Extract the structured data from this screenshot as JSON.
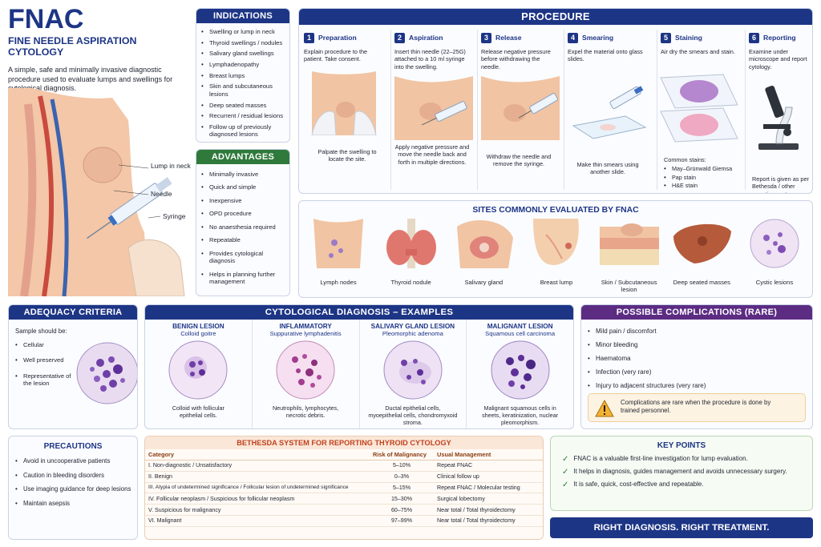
{
  "intro": {
    "title": "FNAC",
    "subtitle": "FINE NEEDLE ASPIRATION CYTOLOGY",
    "description": "A simple, safe and minimally invasive diagnostic procedure used to evaluate lumps and swellings for cytological diagnosis.",
    "labels": {
      "lump": "Lump in neck",
      "needle": "Needle",
      "syringe": "Syringe"
    }
  },
  "indications": {
    "title": "INDICATIONS",
    "items": [
      "Swelling or lump in neck",
      "Thyroid swellings / nodules",
      "Salivary gland swellings",
      "Lymphadenopathy",
      "Breast lumps",
      "Skin and subcutaneous lesions",
      "Deep seated masses",
      "Recurrent / residual lesions",
      "Follow up of previously diagnosed lesions"
    ]
  },
  "advantages": {
    "title": "ADVANTAGES",
    "items": [
      "Minimally invasive",
      "Quick and simple",
      "Inexpensive",
      "OPD procedure",
      "No anaesthesia required",
      "Repeatable",
      "Provides cytological diagnosis",
      "Helps in planning further management"
    ]
  },
  "procedure": {
    "title": "PROCEDURE",
    "steps": [
      {
        "num": "1",
        "title": "Preparation",
        "text": "Explain procedure to the patient. Take consent.",
        "bottom": "Palpate the swelling to locate the site."
      },
      {
        "num": "2",
        "title": "Aspiration",
        "text": "Insert thin needle (22–25G) attached to a 10 ml syringe into the swelling.",
        "bottom": "Apply negative pressure and move the needle back and forth in multiple directions."
      },
      {
        "num": "3",
        "title": "Release",
        "text": "Release negative pressure before withdrawing the needle.",
        "bottom": "Withdraw the needle and remove the syringe."
      },
      {
        "num": "4",
        "title": "Smearing",
        "text": "Expel the material onto glass slides.",
        "bottom": "Make thin smears using another slide."
      },
      {
        "num": "5",
        "title": "Staining",
        "text": "Air dry the smears and stain.",
        "bottom": "Common stains:"
      },
      {
        "num": "6",
        "title": "Reporting",
        "text": "Examine under microscope and report cytology.",
        "bottom": "Report is given as per Bethesda / other reporting systems."
      }
    ],
    "stains": [
      "May–Grünwald Giemsa",
      "Pap stain",
      "H&E stain"
    ]
  },
  "sites": {
    "title": "SITES COMMONLY EVALUATED BY FNAC",
    "items": [
      "Lymph nodes",
      "Thyroid nodule",
      "Salivary gland",
      "Breast lump",
      "Skin / Subcutaneous lesion",
      "Deep seated masses",
      "Cystic lesions"
    ]
  },
  "adequacy": {
    "title": "ADEQUACY CRITERIA",
    "intro": "Sample should be:",
    "items": [
      "Cellular",
      "Well preserved",
      "Representative of the lesion"
    ]
  },
  "diagnosis": {
    "title": "CYTOLOGICAL DIAGNOSIS – EXAMPLES",
    "examples": [
      {
        "category": "BENIGN LESION",
        "name": "Colloid goitre",
        "desc": "Colloid with follicular epithelial cells."
      },
      {
        "category": "INFLAMMATORY",
        "name": "Suppurative lymphadenitis",
        "desc": "Neutrophils, lymphocytes, necrotic debris."
      },
      {
        "category": "SALIVARY GLAND LESION",
        "name": "Pleomorphic adenoma",
        "desc": "Ductal epithelial cells, myoepithelial cells, chondromyxoid stroma."
      },
      {
        "category": "MALIGNANT LESION",
        "name": "Squamous cell carcinoma",
        "desc": "Malignant squamous cells in sheets, keratinization, nuclear pleomorphism."
      }
    ]
  },
  "complications": {
    "title": "POSSIBLE COMPLICATIONS (RARE)",
    "items": [
      "Mild pain / discomfort",
      "Minor bleeding",
      "Haematoma",
      "Infection (very rare)",
      "Injury to adjacent structures (very rare)"
    ],
    "warning": "Complications are rare when the procedure is done by trained personnel."
  },
  "precautions": {
    "title": "PRECAUTIONS",
    "items": [
      "Avoid in uncooperative patients",
      "Caution in bleeding disorders",
      "Use imaging guidance for deep lesions",
      "Maintain asepsis"
    ]
  },
  "bethesda": {
    "title": "BETHESDA SYSTEM FOR REPORTING THYROID CYTOLOGY",
    "headers": [
      "Category",
      "Risk of Malignancy",
      "Usual Management"
    ],
    "rows": [
      [
        "I.  Non-diagnostic / Unsatisfactory",
        "5–10%",
        "Repeat FNAC"
      ],
      [
        "II.  Benign",
        "0–3%",
        "Clinical follow up"
      ],
      [
        "III.  Atypia of undetermined significance / Follicular lesion of undetermined significance",
        "5–15%",
        "Repeat FNAC / Molecular testing"
      ],
      [
        "IV.  Follicular neoplasm / Suspicious for follicular neoplasm",
        "15–30%",
        "Surgical lobectomy"
      ],
      [
        "V.  Suspicious for malignancy",
        "60–75%",
        "Near total / Total thyroidectomy"
      ],
      [
        "VI.  Malignant",
        "97–99%",
        "Near total / Total thyroidectomy"
      ]
    ]
  },
  "keypoints": {
    "title": "KEY POINTS",
    "items": [
      "FNAC is a valuable first-line investigation for lump evaluation.",
      "It helps in diagnosis, guides management and avoids unnecessary surgery.",
      "It is safe, quick, cost-effective and repeatable."
    ],
    "banner": "RIGHT DIAGNOSIS. RIGHT TREATMENT."
  }
}
